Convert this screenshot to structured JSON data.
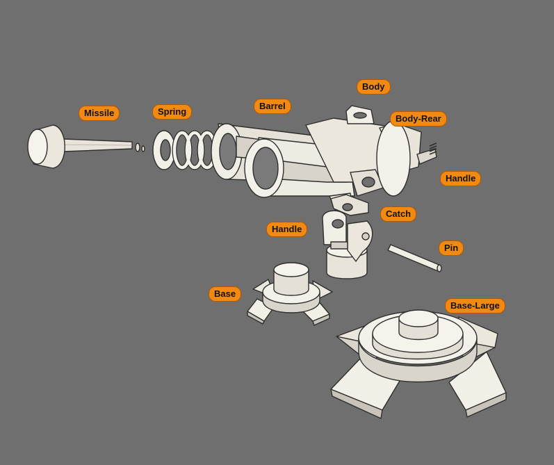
{
  "diagram": {
    "background": "#6f6f6f",
    "label_color": "#f08a13",
    "part_color": "#f1eee5",
    "outline_color": "#2e2e2e",
    "labels": {
      "missile": "Missile",
      "spring": "Spring",
      "barrel": "Barrel",
      "body": "Body",
      "body_rear": "Body-Rear",
      "handle_right": "Handle",
      "catch": "Catch",
      "handle_center": "Handle",
      "pin": "Pin",
      "base": "Base",
      "base_large": "Base-Large"
    }
  }
}
